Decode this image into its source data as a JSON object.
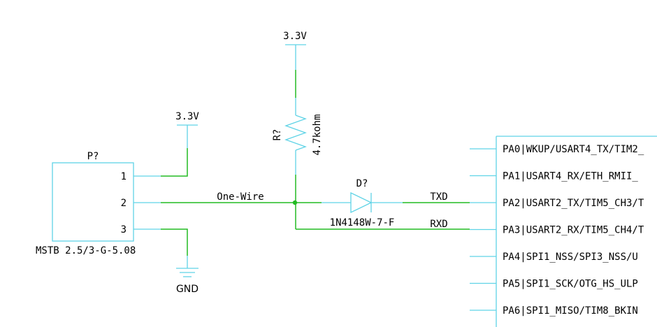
{
  "colors": {
    "wire": "#22bb22",
    "component": "#5fd3e6",
    "text": "#000000",
    "background": "#ffffff"
  },
  "power": {
    "top": "3.3V",
    "connector": "3.3V",
    "ground": "GND"
  },
  "connector": {
    "designator": "P?",
    "part": "MSTB 2.5/3-G-5.08",
    "pins": [
      "1",
      "2",
      "3"
    ]
  },
  "resistor": {
    "designator": "R?",
    "value": "4.7kohm"
  },
  "diode": {
    "designator": "D?",
    "part": "1N4148W-7-F"
  },
  "nets": {
    "one_wire": "One-Wire",
    "txd": "TXD",
    "rxd": "RXD"
  },
  "mcu": {
    "pins": [
      "PA0|WKUP/USART4_TX/TIM2_",
      "PA1|USART4_RX/ETH_RMII_",
      "PA2|USART2_TX/TIM5_CH3/T",
      "PA3|USART2_RX/TIM5_CH4/T",
      "PA4|SPI1_NSS/SPI3_NSS/U",
      "PA5|SPI1_SCK/OTG_HS_ULP",
      "PA6|SPI1_MISO/TIM8_BKIN"
    ]
  }
}
